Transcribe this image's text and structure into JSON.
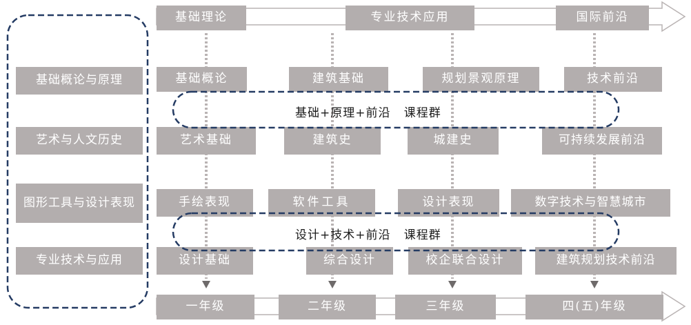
{
  "top_arrow": {
    "labels": [
      "基础理论",
      "专业技术应用",
      "国际前沿"
    ]
  },
  "left_categories": [
    "基础概论与原理",
    "艺术与人文历史",
    "图形工具与设计表现",
    "专业技术与应用"
  ],
  "rows": [
    [
      "基础概论",
      "建筑基础",
      "规划景观原理",
      "技术前沿"
    ],
    [
      "艺术基础",
      "建筑史",
      "城建史",
      "可持续发展前沿"
    ],
    [
      "手绘表现",
      "软件工具",
      "设计表现",
      "数字技术与智慧城市"
    ],
    [
      "设计基础",
      "综合设计",
      "校企联合设计",
      "建筑规划技术前沿"
    ]
  ],
  "groups": [
    "基础+原理+前沿   课程群",
    "设计+技术+前沿   课程群"
  ],
  "bottom_arrow": {
    "labels": [
      "一年级",
      "二年级",
      "三年级",
      "四(五)年级"
    ]
  },
  "colors": {
    "box": "#b3aeae",
    "dash": "#243b63",
    "dots": "#b9b3b3"
  }
}
